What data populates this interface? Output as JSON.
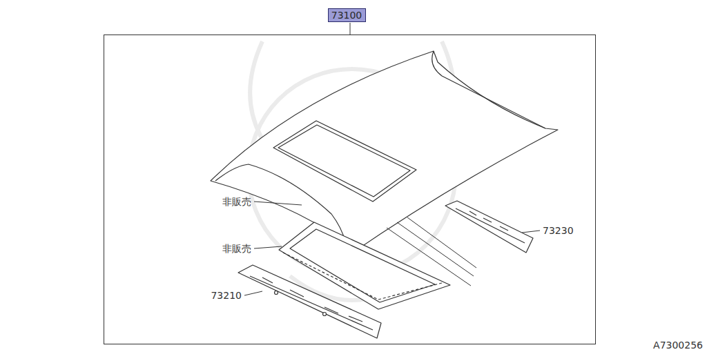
{
  "diagram": {
    "nodes": [
      {
        "text": [
          "73100"
        ]
      }
    ],
    "labels": [
      "非販売",
      "非販売",
      "73230",
      "73210",
      "A7300256"
    ]
  }
}
